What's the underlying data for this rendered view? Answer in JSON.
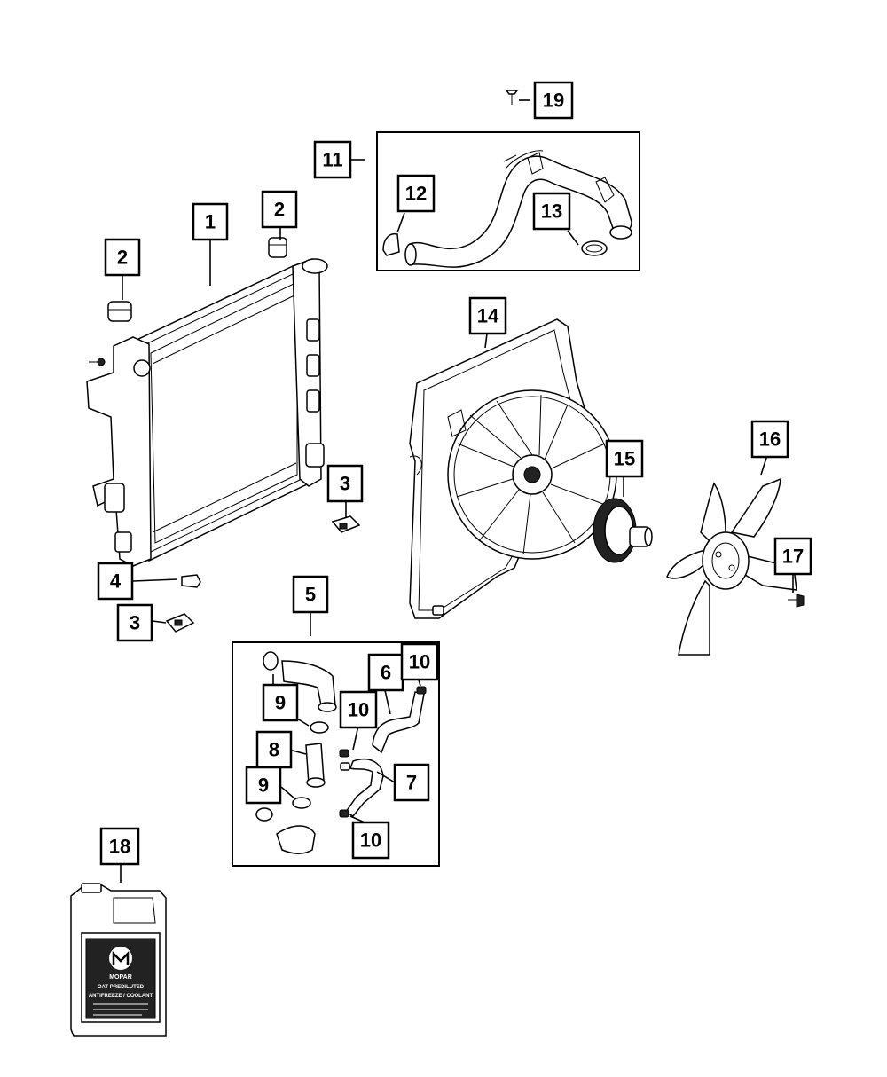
{
  "diagram": {
    "type": "exploded-parts-diagram",
    "callouts": {
      "c1": "1",
      "c2a": "2",
      "c2b": "2",
      "c3a": "3",
      "c3b": "3",
      "c4": "4",
      "c5": "5",
      "c6": "6",
      "c7": "7",
      "c8": "8",
      "c9a": "9",
      "c9b": "9",
      "c10a": "10",
      "c10b": "10",
      "c10c": "10",
      "c11": "11",
      "c12": "12",
      "c13": "13",
      "c14": "14",
      "c15": "15",
      "c16": "16",
      "c17": "17",
      "c18": "18",
      "c19": "19"
    },
    "icons": [
      "radiator",
      "insulator",
      "clip",
      "fan-shroud",
      "fan-clutch",
      "fan-blade",
      "coolant-jug",
      "hose"
    ],
    "jug_label": {
      "line1": "MOPAR",
      "line2": "OAT PREDILUTED",
      "line3": "ANTIFREEZE / COOLANT"
    }
  }
}
